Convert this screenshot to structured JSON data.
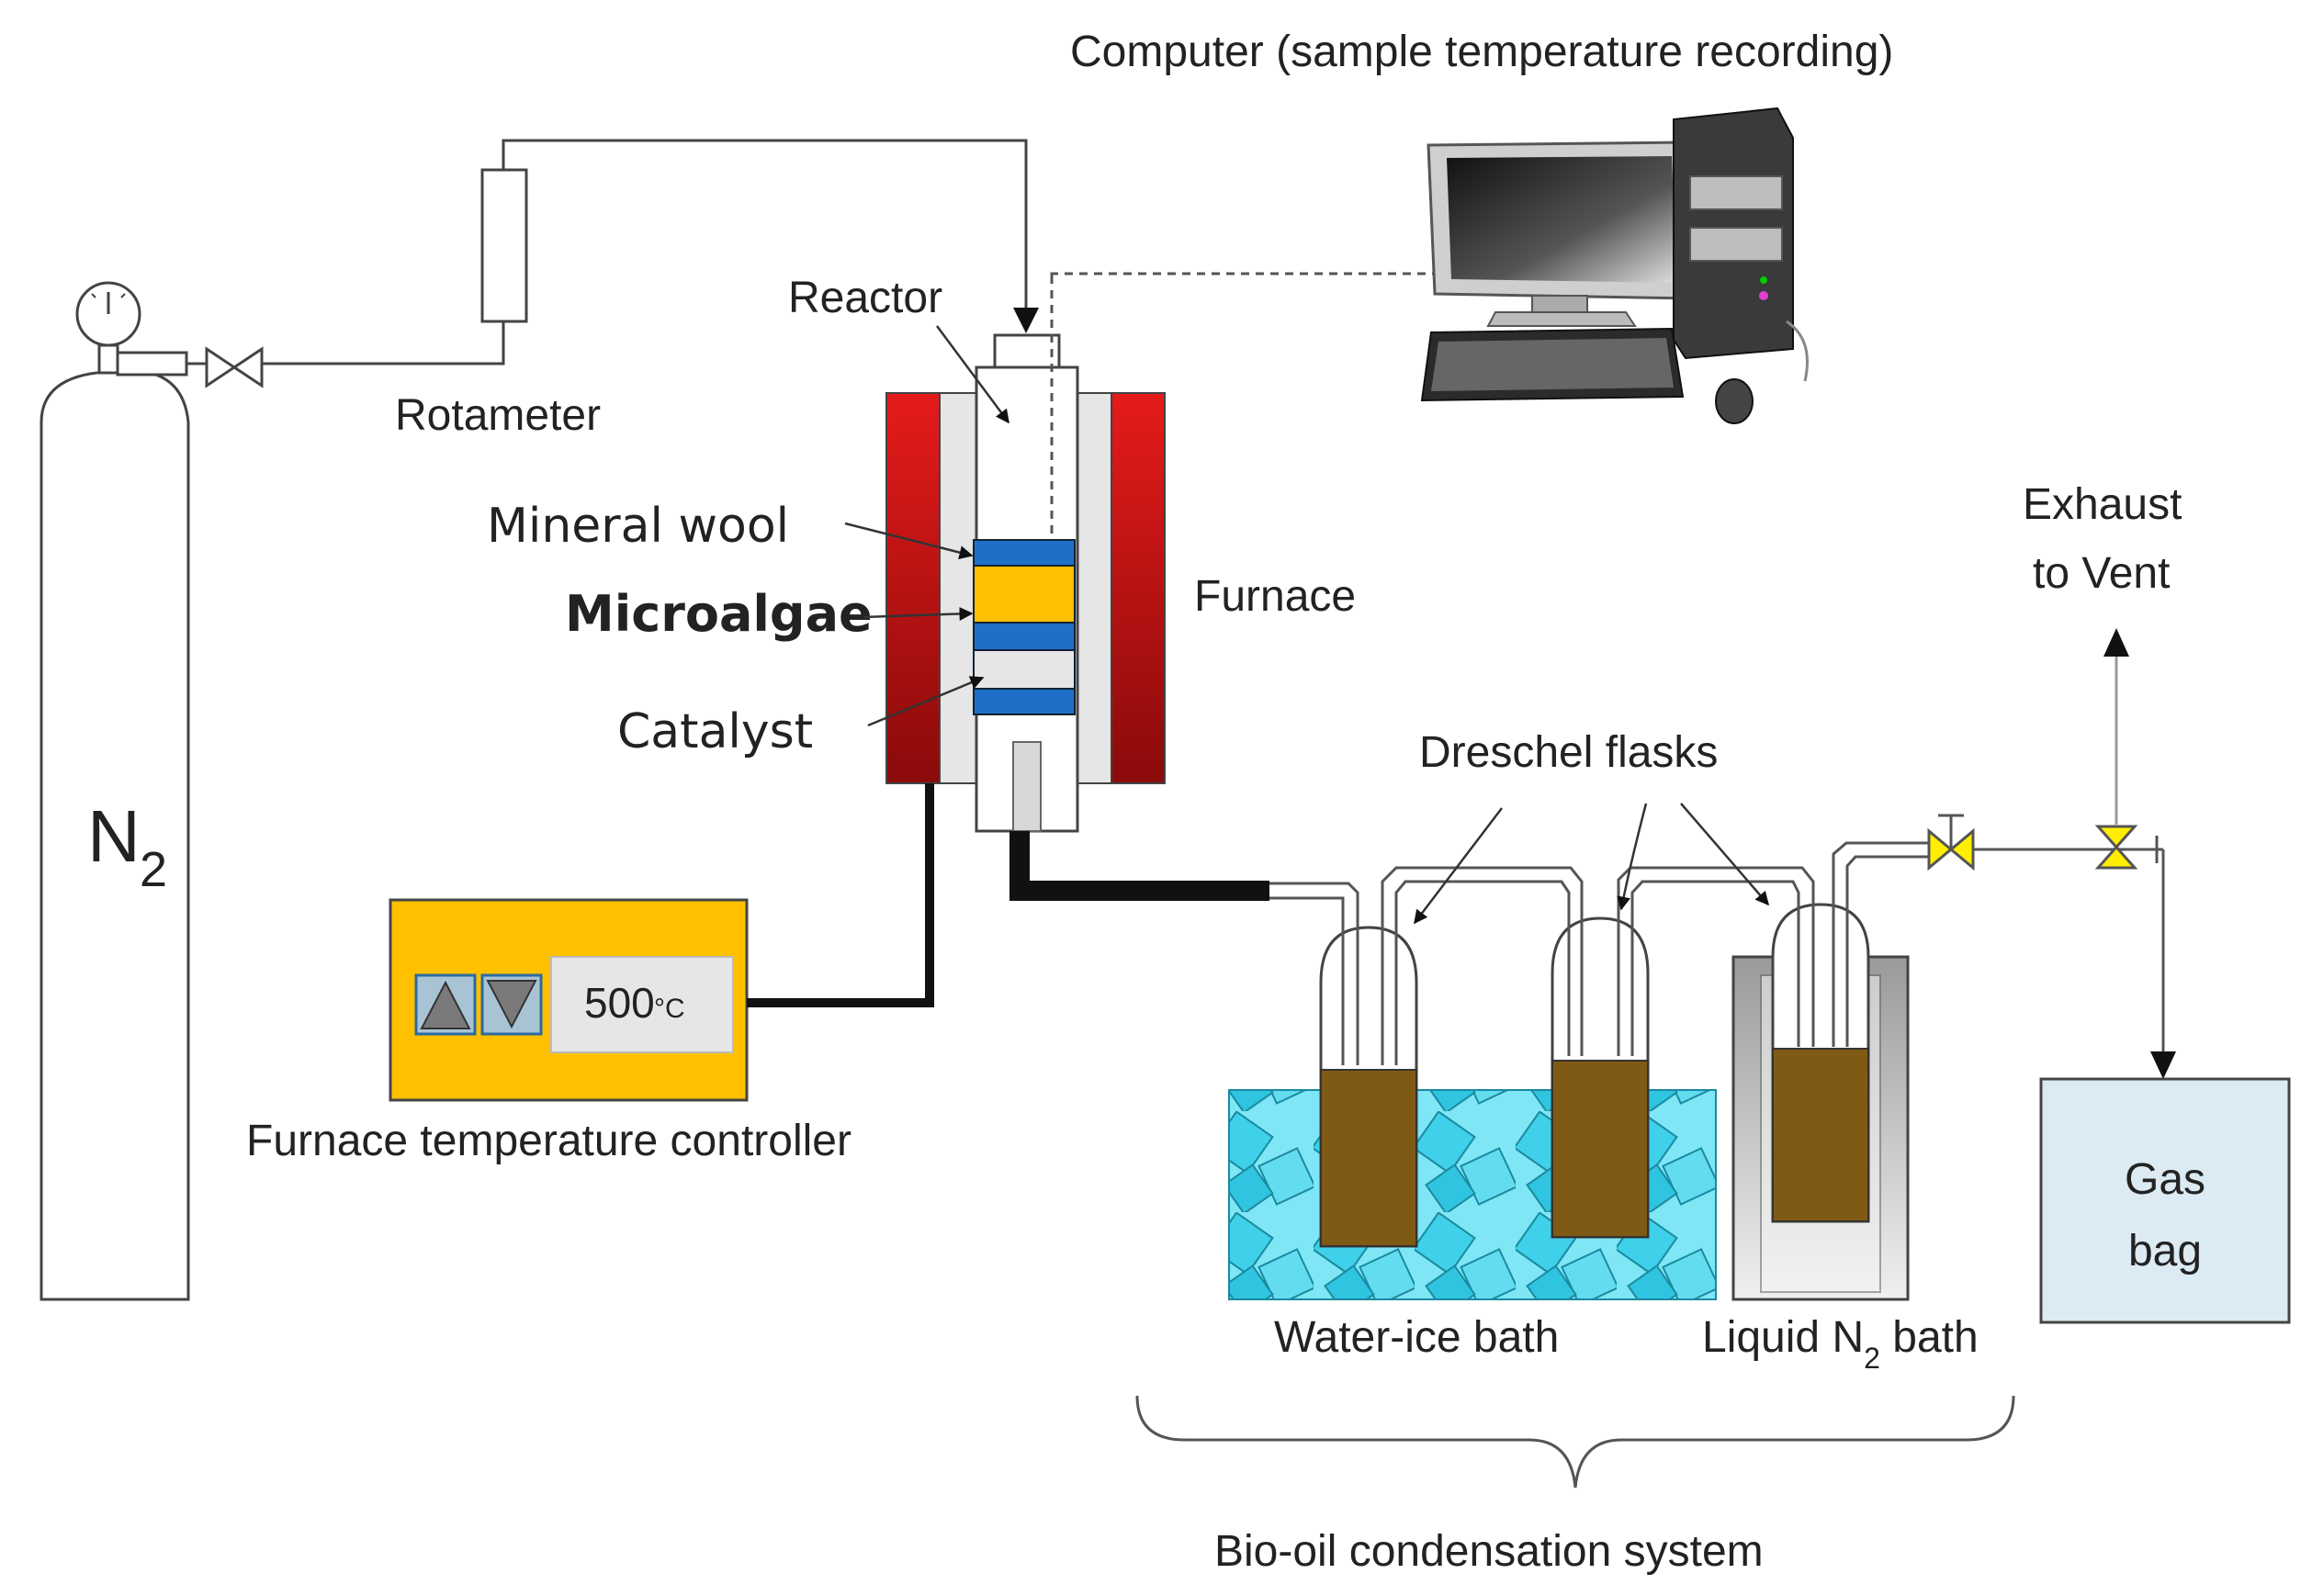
{
  "labels": {
    "computer": "Computer (sample temperature recording)",
    "reactor": "Reactor",
    "rotameter": "Rotameter",
    "mineral_wool": "Mineral wool",
    "microalgae": "Microalgae",
    "catalyst": "Catalyst",
    "furnace": "Furnace",
    "exhaust_line1": "Exhaust",
    "exhaust_line2": "to Vent",
    "dreschel": "Dreschel flasks",
    "controller": "Furnace temperature controller",
    "water_ice": "Water-ice bath",
    "liquid_n2_pre": "Liquid N",
    "liquid_n2_sub": "2",
    "liquid_n2_post": " bath",
    "gas_bag_line1": "Gas",
    "gas_bag_line2": "bag",
    "bio_oil": "Bio-oil condensation system",
    "cylinder_main": "N",
    "cylinder_sub": "2"
  },
  "controller_display": {
    "value": "500",
    "unit": "°C"
  },
  "colors": {
    "furnace_red": "#cc1010",
    "controller_yellow": "#ffc000",
    "sample_blue": "#1f6fc8",
    "microalgae_yellow": "#ffc000",
    "bio_oil_brown": "#7f5a14",
    "ice_cyan": "#4fd8ee",
    "gas_bag_blue": "#dbeaf3",
    "valve_yellow": "#ffee00"
  }
}
